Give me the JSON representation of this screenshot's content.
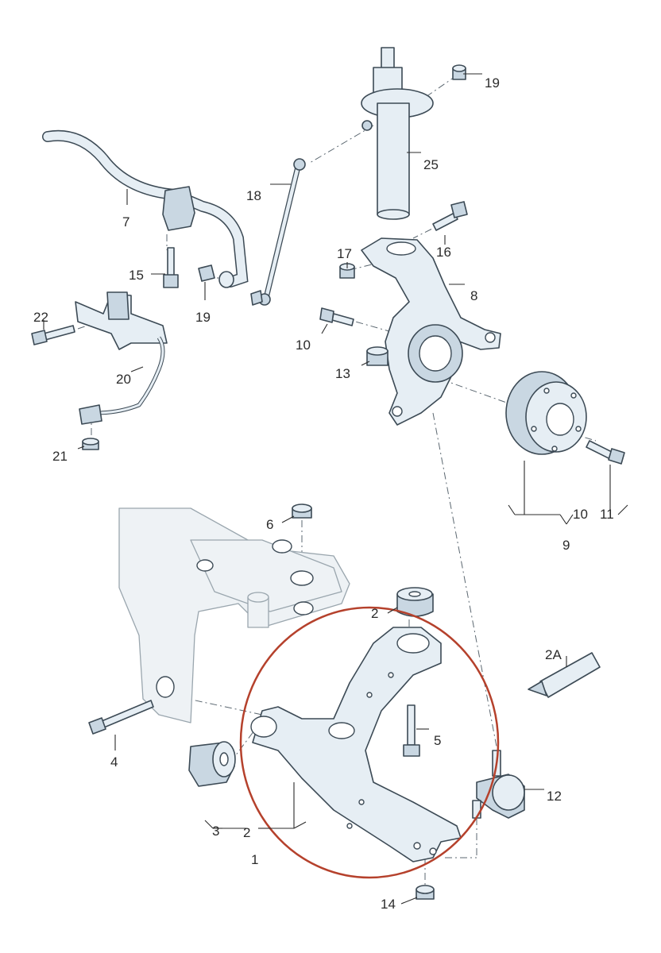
{
  "diagram": {
    "callouts": {
      "c1": "1",
      "c2": "2",
      "c2b": "2",
      "c2a": "2A",
      "c3": "3",
      "c4": "4",
      "c5": "5",
      "c6": "6",
      "c7": "7",
      "c8": "8",
      "c9": "9",
      "c10": "10",
      "c10b": "10",
      "c11": "11",
      "c12": "12",
      "c13": "13",
      "c14": "14",
      "c15": "15",
      "c16": "16",
      "c17": "17",
      "c18": "18",
      "c19": "19",
      "c19b": "19",
      "c20": "20",
      "c21": "21",
      "c22": "22",
      "c25": "25"
    },
    "colors": {
      "part_fill": "#e6eef4",
      "outline": "#3c4a55",
      "highlight_circle": "#b5412c"
    }
  }
}
